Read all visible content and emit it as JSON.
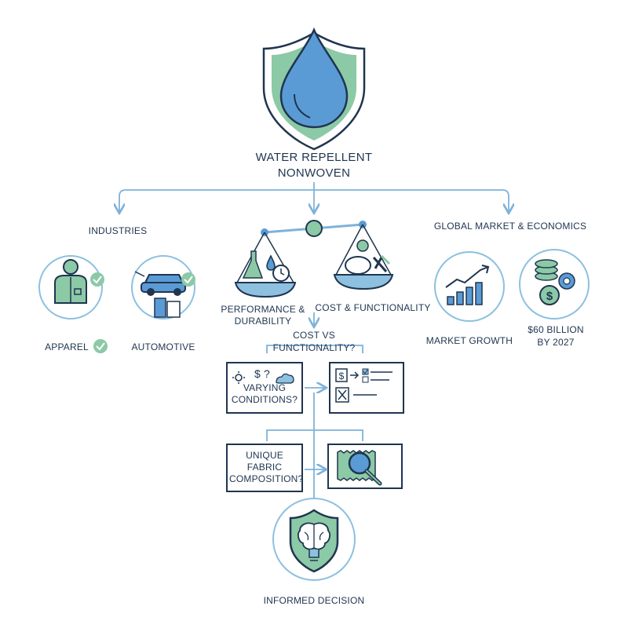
{
  "title_line1": "WATER REPELLENT",
  "title_line2": "NONWOVEN",
  "industries": {
    "heading": "INDUSTRIES",
    "items": [
      {
        "label": "APPAREL",
        "icon": "person-check-icon"
      },
      {
        "label": "AUTOMOTIVE",
        "icon": "car-check-icon"
      }
    ]
  },
  "balance": {
    "left_label_1": "PERFORMANCE &",
    "left_label_2": "DURABILITY",
    "right_label": "COST & FUNCTIONALITY"
  },
  "market": {
    "heading": "GLOBAL MARKET & ECONOMICS",
    "growth_label": "MARKET GROWTH",
    "value_line1": "$60 BILLION",
    "value_line2": "BY 2027"
  },
  "question": {
    "line1": "COST VS",
    "line2": "FUNCTIONALITY?"
  },
  "conditions": {
    "line1": "VARYING",
    "line2": "CONDITIONS?",
    "glyphs": "$ ?"
  },
  "fabric": {
    "line1": "UNIQUE",
    "line2": "FABRIC",
    "line3": "COMPOSITION?"
  },
  "decision_label": "INFORMED DECISION",
  "colors": {
    "navy": "#1f3550",
    "blue": "#5b9bd5",
    "light_blue": "#8ec0e0",
    "green": "#8cc9a6",
    "line": "#7fb2d9"
  }
}
